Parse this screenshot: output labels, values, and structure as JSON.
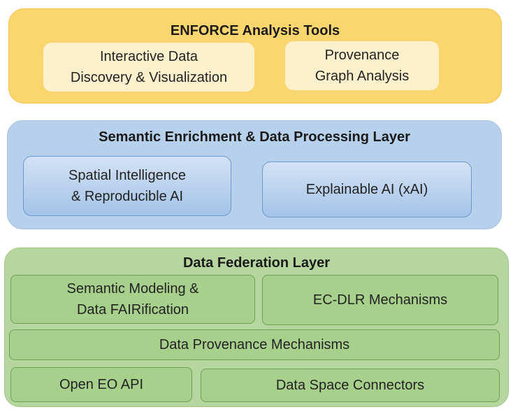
{
  "layers": {
    "tools": {
      "title": "ENFORCE Analysis Tools",
      "boxes": [
        {
          "label": "Interactive Data\nDiscovery & Visualization"
        },
        {
          "label": "Provenance\nGraph Analysis"
        }
      ]
    },
    "semantic": {
      "title": "Semantic Enrichment & Data Processing Layer",
      "boxes": [
        {
          "label": "Spatial Intelligence\n& Reproducible AI"
        },
        {
          "label": "Explainable AI (xAI)"
        }
      ]
    },
    "federation": {
      "title": "Data Federation Layer",
      "boxes": [
        {
          "label": "Semantic Modeling  &\nData FAIRification"
        },
        {
          "label": "EC-DLR Mechanisms"
        },
        {
          "label": "Data Provenance Mechanisms"
        },
        {
          "label": "Open EO API"
        },
        {
          "label": "Data Space Connectors"
        }
      ]
    }
  },
  "colors": {
    "tools_layer": "#fbd56d",
    "tools_box": "#fdf0cc",
    "semantic_layer": "#b7d1ec",
    "semantic_box": "#a4c3e8",
    "federation_layer": "#b6d69f",
    "federation_box": "#a8d08d"
  }
}
